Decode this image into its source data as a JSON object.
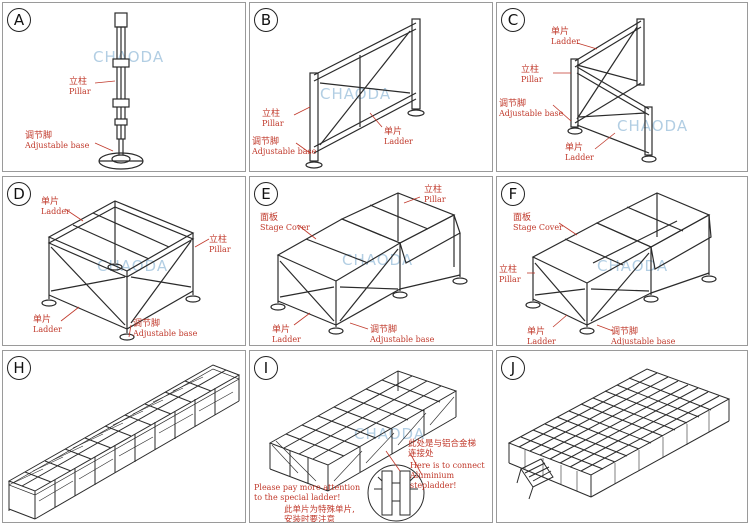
{
  "watermark": "CHAODA",
  "panels": {
    "A": {
      "badge": "A",
      "pillar_zh": "立柱",
      "pillar_en": "Pillar",
      "base_zh": "调节脚",
      "base_en": "Adjustable base"
    },
    "B": {
      "badge": "B",
      "pillar_zh": "立柱",
      "pillar_en": "Pillar",
      "base_zh": "调节脚",
      "base_en": "Adjustable base",
      "ladder_zh": "单片",
      "ladder_en": "Ladder"
    },
    "C": {
      "badge": "C",
      "ladder_zh": "单片",
      "ladder_en": "Ladder",
      "pillar_zh": "立柱",
      "pillar_en": "Pillar",
      "base_zh": "调节脚",
      "base_en": "Adjustable base",
      "ladder2_zh": "单片",
      "ladder2_en": "Ladder"
    },
    "D": {
      "badge": "D",
      "ladder_zh": "单片",
      "ladder_en": "Ladder",
      "pillar_zh": "立柱",
      "pillar_en": "Pillar",
      "ladder2_zh": "单片",
      "ladder2_en": "Ladder",
      "base_zh": "调节脚",
      "base_en": "Adjustable base"
    },
    "E": {
      "badge": "E",
      "pillar_zh": "立柱",
      "pillar_en": "Pillar",
      "cover_zh": "面板",
      "cover_en": "Stage Cover",
      "ladder_zh": "单片",
      "ladder_en": "Ladder",
      "base_zh": "调节脚",
      "base_en": "Adjustable base"
    },
    "F": {
      "badge": "F",
      "cover_zh": "面板",
      "cover_en": "Stage Cover",
      "pillar_zh": "立柱",
      "pillar_en": "Pillar",
      "ladder_zh": "单片",
      "ladder_en": "Ladder",
      "base_zh": "调节脚",
      "base_en": "Adjustable base"
    },
    "H": {
      "badge": "H"
    },
    "I": {
      "badge": "I",
      "connect_zh": "此处是与铝合金梯",
      "connect_zh2": "连接处",
      "connect_en": "Here is to connect",
      "connect_en2": "Aluminium stepladder!",
      "attention_en": "Please pay more attention",
      "attention_en2": "to the special ladder!",
      "special_zh": "此单片为特殊单片,",
      "special_zh2": "安装时要注意"
    },
    "J": {
      "badge": "J"
    }
  },
  "colors": {
    "label": "#c0392b",
    "line": "#2b2b2b",
    "watermark": "#9fc2dd"
  }
}
